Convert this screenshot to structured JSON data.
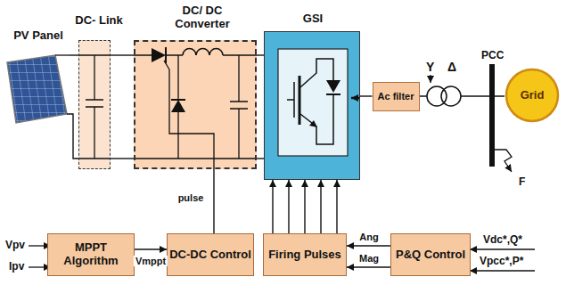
{
  "diagram": {
    "nodes": [
      {
        "text": [
          "PV Panel"
        ]
      },
      {
        "text": [
          "DC- Link"
        ]
      },
      {
        "text": [
          "DC/ DC Converter"
        ]
      },
      {
        "text": [
          "GSI"
        ]
      },
      {
        "text": [
          "Ac filter"
        ]
      },
      {
        "text": [
          "Grid"
        ]
      },
      {
        "text": [
          "MPPT Algorithm"
        ]
      },
      {
        "text": [
          "DC-DC Control"
        ]
      },
      {
        "text": [
          "Firing Pulses"
        ]
      },
      {
        "text": [
          "P&Q Control"
        ]
      }
    ],
    "edges": [
      {
        "from": 6,
        "to": 7,
        "label": "Vmppt",
        "arrow": "to"
      },
      {
        "from": 7,
        "to": 2,
        "label": "pulse",
        "arrow": "none"
      },
      {
        "from": 8,
        "to": 3,
        "arrow": "to"
      },
      {
        "from": 8,
        "to": 3,
        "arrow": "to"
      },
      {
        "from": 8,
        "to": 3,
        "arrow": "to"
      },
      {
        "from": 8,
        "to": 3,
        "arrow": "to"
      },
      {
        "from": 8,
        "to": 3,
        "arrow": "to"
      },
      {
        "from": 9,
        "to": 8,
        "label": "Ang",
        "arrow": "to"
      },
      {
        "from": 9,
        "to": 8,
        "label": "Mag",
        "arrow": "to"
      },
      {
        "from": 2,
        "to": 3,
        "arrow": "none"
      },
      {
        "from": 2,
        "to": 3,
        "arrow": "none"
      },
      {
        "from": 3,
        "to": 4,
        "arrow": "none"
      },
      {
        "from": 0,
        "to": 1,
        "arrow": "none"
      },
      {
        "from": 0,
        "to": 1,
        "arrow": "none"
      },
      {
        "from": 1,
        "to": 2,
        "arrow": "none"
      },
      {
        "from": 1,
        "to": 2,
        "arrow": "none"
      }
    ],
    "labels": [
      "Vpv",
      "Ipv",
      "Vdc*,Q*",
      "Vpcc*,P*",
      "PCC",
      "Y",
      "Δ",
      "F"
    ]
  }
}
